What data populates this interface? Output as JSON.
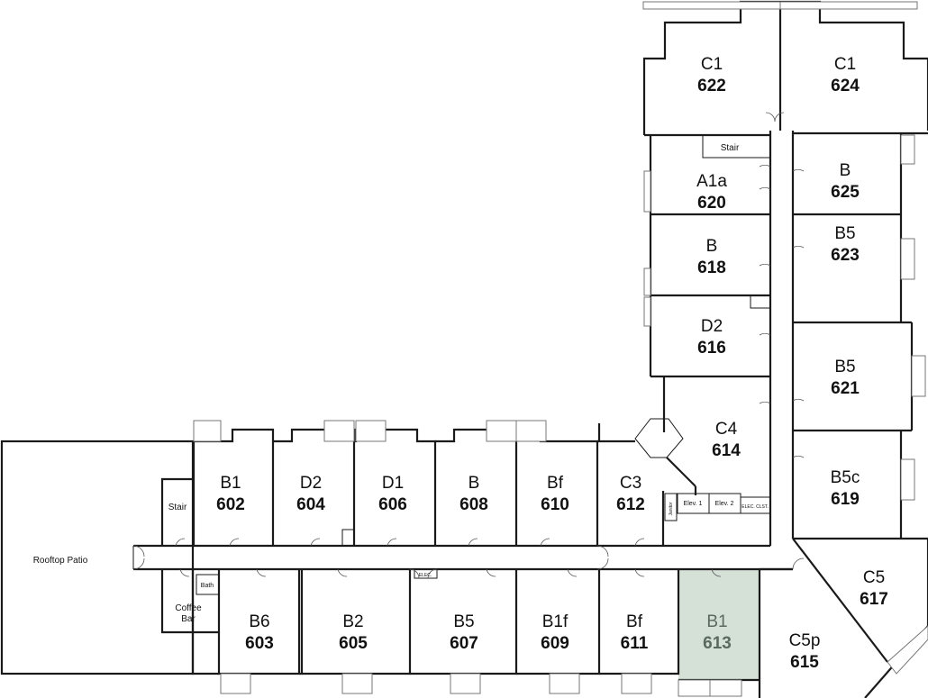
{
  "floor_plan": {
    "highlight_color": "#d5e0d7",
    "highlight_text_color": "#5a6a5e",
    "units": [
      {
        "type": "C1",
        "number": "622"
      },
      {
        "type": "C1",
        "number": "624"
      },
      {
        "type": "A1a",
        "number": "620"
      },
      {
        "type": "B",
        "number": "625"
      },
      {
        "type": "B",
        "number": "618"
      },
      {
        "type": "B5",
        "number": "623"
      },
      {
        "type": "D2",
        "number": "616"
      },
      {
        "type": "B5",
        "number": "621"
      },
      {
        "type": "C4",
        "number": "614"
      },
      {
        "type": "B5c",
        "number": "619"
      },
      {
        "type": "B1",
        "number": "602"
      },
      {
        "type": "D2",
        "number": "604"
      },
      {
        "type": "D1",
        "number": "606"
      },
      {
        "type": "B",
        "number": "608"
      },
      {
        "type": "Bf",
        "number": "610"
      },
      {
        "type": "C3",
        "number": "612"
      },
      {
        "type": "B6",
        "number": "603"
      },
      {
        "type": "B2",
        "number": "605"
      },
      {
        "type": "B5",
        "number": "607"
      },
      {
        "type": "B1f",
        "number": "609"
      },
      {
        "type": "Bf",
        "number": "611"
      },
      {
        "type": "B1",
        "number": "613",
        "highlighted": true
      },
      {
        "type": "C5",
        "number": "617"
      },
      {
        "type": "C5p",
        "number": "615"
      }
    ],
    "labels": {
      "rooftop_patio": "Rooftop Patio",
      "stair_west": "Stair",
      "stair_north": "Stair",
      "coffee_bar_line1": "Coffee",
      "coffee_bar_line2": "Bar",
      "bath": "Bath",
      "elev1": "Elev. 1",
      "elev2": "Elev. 2",
      "elec_clst": "ELEC. CLST.",
      "janitor": "Janitor",
      "elec": "ELEC."
    }
  }
}
